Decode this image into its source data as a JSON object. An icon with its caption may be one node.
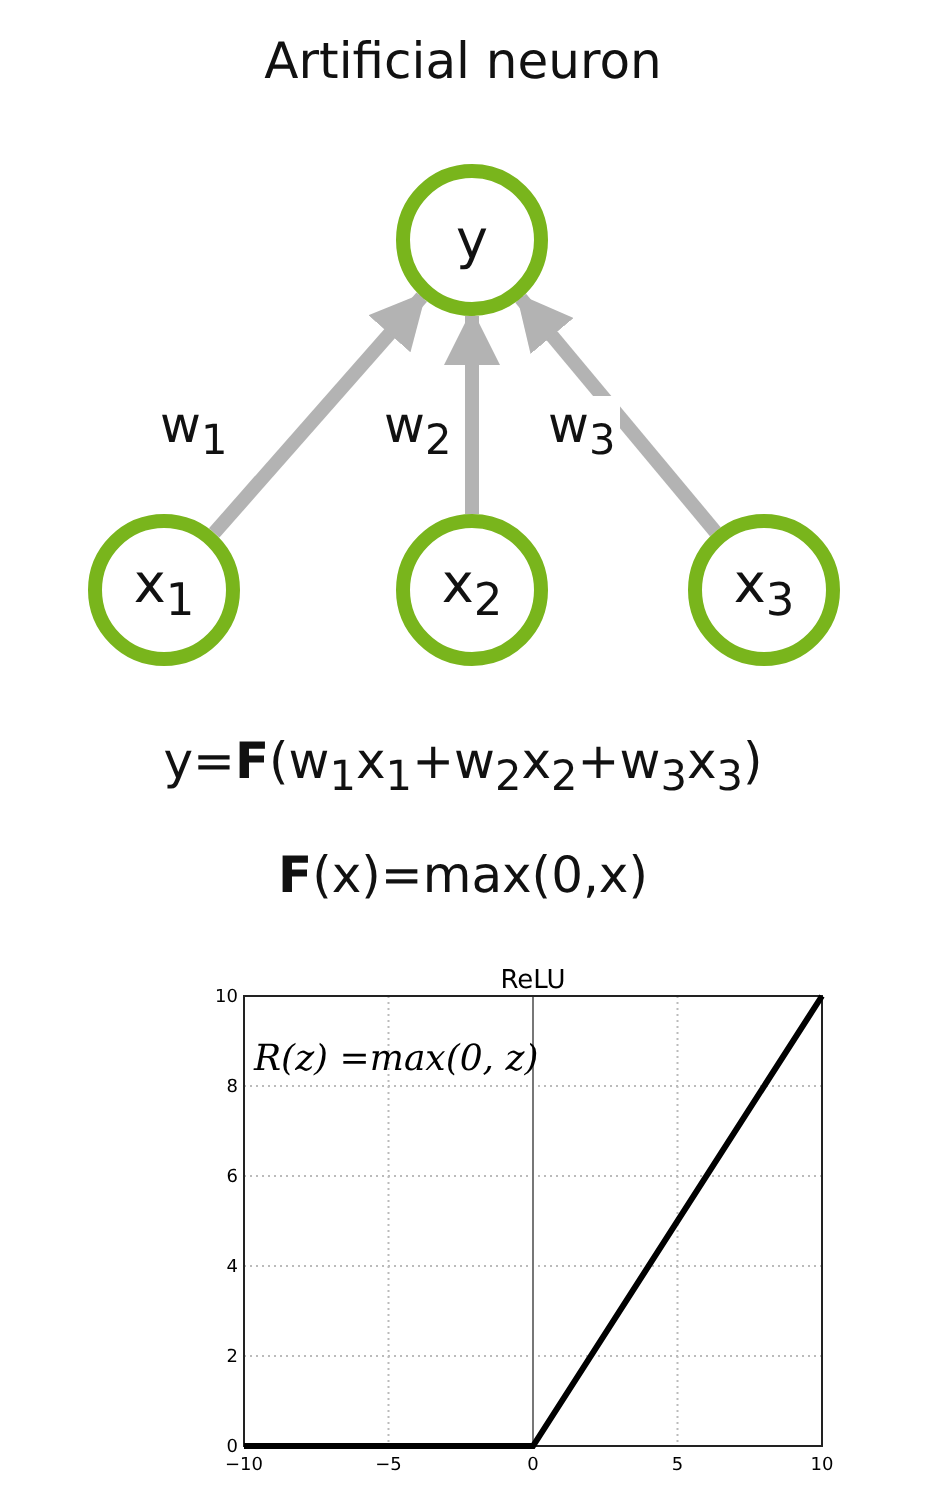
{
  "diagram": {
    "title": "Artificial neuron",
    "nodes": [
      {
        "text": [
          "y"
        ]
      },
      {
        "text": [
          "x$_{1}$"
        ]
      },
      {
        "text": [
          "x$_{2}$"
        ]
      },
      {
        "text": [
          "x$_{3}$"
        ]
      }
    ],
    "edges": [
      {
        "from": 1,
        "to": 0,
        "arrow": "to",
        "label": "w$_{1}$"
      },
      {
        "from": 2,
        "to": 0,
        "arrow": "to",
        "label": "w$_{2}$"
      },
      {
        "from": 3,
        "to": 0,
        "arrow": "to",
        "label": "w$_{3}$"
      }
    ],
    "labels": [
      "y=**F**(w$_{1}$x$_{1}$+w$_{2}$x$_{2}$+w$_{3}$x$_{3}$)",
      "**F**(x)=max(0,x)"
    ],
    "chart_data": {
      "type": "line",
      "title": "ReLU",
      "x": [
        -10,
        0,
        10
      ],
      "series": [
        {
          "color": "#000000",
          "values": [
            0,
            0,
            10
          ]
        }
      ],
      "xlim": [
        -10,
        10
      ],
      "ylim": [
        0,
        10
      ],
      "grid": true,
      "xticks": [
        -10,
        -5,
        0,
        5,
        10
      ],
      "yticks": [
        0,
        2,
        4,
        6,
        8,
        10
      ],
      "annotations": [
        "R(z) =max(0,  z)"
      ]
    }
  }
}
